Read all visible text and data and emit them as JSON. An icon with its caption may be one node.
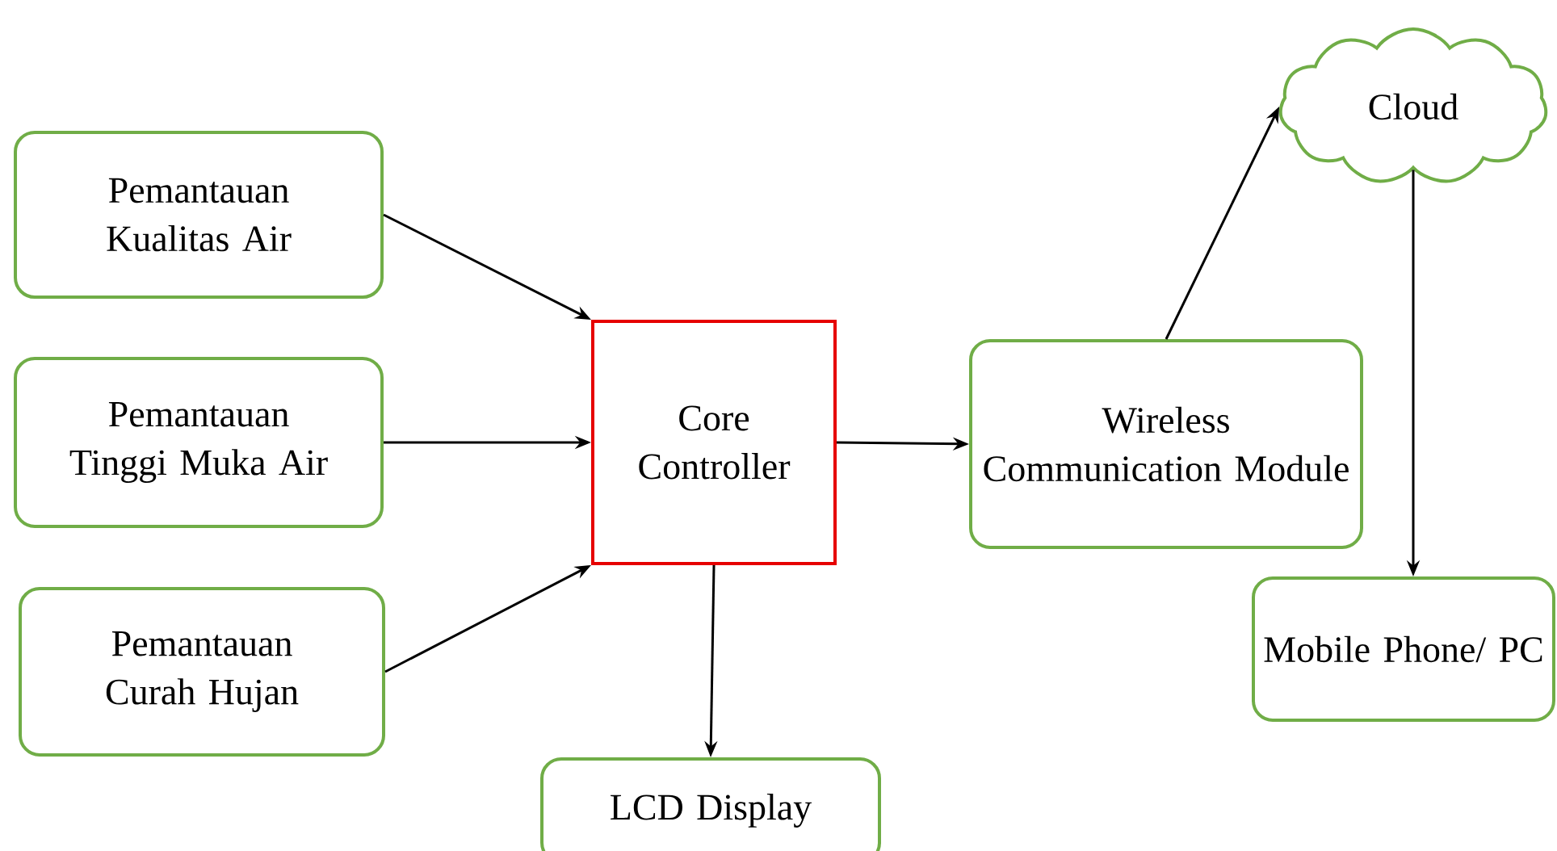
{
  "diagram": {
    "nodes": [
      {
        "text": [
          "Pemantauan Kualitas Air"
        ]
      },
      {
        "text": [
          "Pemantauan Tinggi Muka Air"
        ]
      },
      {
        "text": [
          "Pemantauan Curah Hujan"
        ]
      },
      {
        "text": [
          "Core Controller"
        ]
      },
      {
        "text": [
          "Wireless Communication Module"
        ]
      },
      {
        "text": [
          "Cloud"
        ]
      },
      {
        "text": [
          "Mobile Phone/ PC"
        ]
      },
      {
        "text": [
          "LCD Display"
        ]
      }
    ],
    "edges": [
      {
        "from": 0,
        "to": 3,
        "arrow": "to"
      },
      {
        "from": 1,
        "to": 3,
        "arrow": "to"
      },
      {
        "from": 2,
        "to": 3,
        "arrow": "to"
      },
      {
        "from": 3,
        "to": 4,
        "arrow": "to"
      },
      {
        "from": 3,
        "to": 7,
        "arrow": "to"
      },
      {
        "from": 4,
        "to": 5,
        "arrow": "to"
      },
      {
        "from": 5,
        "to": 6,
        "arrow": "to"
      }
    ]
  }
}
